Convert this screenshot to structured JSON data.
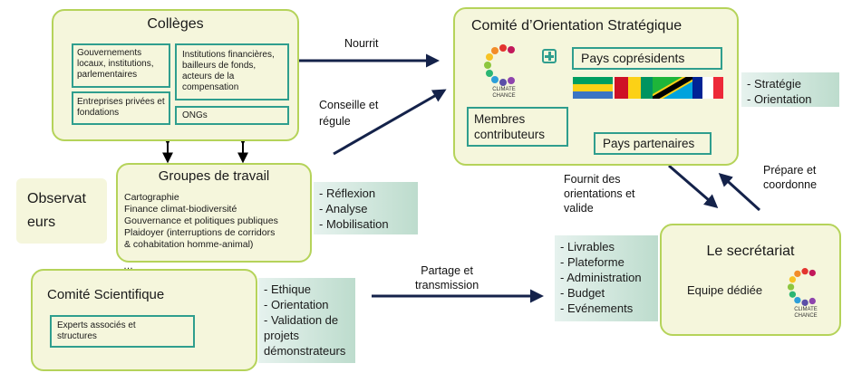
{
  "colleges": {
    "title": "Collèges",
    "gov": "Gouvernements locaux, institutions, parlementaires",
    "fin": "Institutions financières, bailleurs de fonds, acteurs de la compensation",
    "ent": "Entreprises privées et fondations",
    "ong": "ONGs"
  },
  "cos": {
    "title": "Comité d’Orientation Stratégique",
    "copres": "Pays coprésidents",
    "membres": "Membres contributeurs",
    "partenaires": "Pays partenaires",
    "logo_text": "CLIMATE CHANCE",
    "side": [
      "- Stratégie",
      "- Orientation"
    ]
  },
  "groupes": {
    "title": "Groupes de travail",
    "items": [
      "Cartographie",
      "Finance climat-biodiversité",
      "Gouvernance et politiques publiques",
      "Plaidoyer (interruptions de corridors",
      "& cohabitation homme-animal)"
    ],
    "more": "…",
    "side": [
      "- Réflexion",
      "- Analyse",
      "- Mobilisation"
    ]
  },
  "observateurs": {
    "line1": "Observat",
    "line2": "eurs"
  },
  "scientifique": {
    "title": "Comité Scientifique",
    "experts": "Experts associés et structures",
    "side": [
      "- Ethique",
      "- Orientation",
      "- Validation de",
      "projets",
      "démonstrateurs"
    ]
  },
  "secretariat": {
    "title": "Le secrétariat",
    "equipe": "Equipe dédiée",
    "logo_text": "CLIMATE CHANCE",
    "side": [
      "- Livrables",
      "- Plateforme",
      "- Administration",
      "- Budget",
      "- Evénements"
    ]
  },
  "labels": {
    "nourrit": "Nourrit",
    "conseille": [
      "Conseille et",
      "régule"
    ],
    "fournit": [
      "Fournit des",
      "orientations et",
      "valide"
    ],
    "prepare": [
      "Prépare et",
      "coordonne"
    ],
    "partage": [
      "Partage et",
      "transmission"
    ]
  },
  "colors": {
    "box_fill": "#f5f6dc",
    "box_border": "#b5d35a",
    "inner_border": "#2f9e8e",
    "arrow": "#14224a"
  }
}
